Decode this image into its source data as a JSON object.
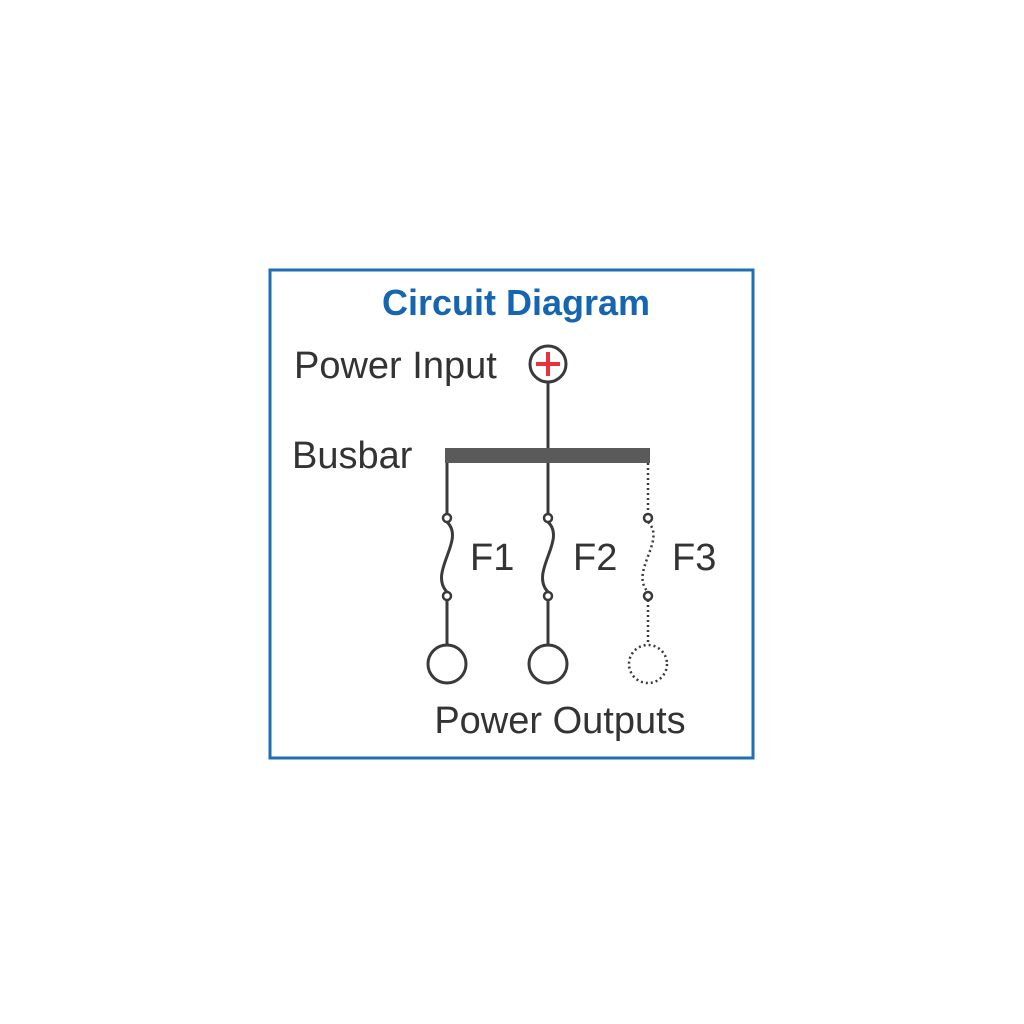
{
  "title": "Circuit Diagram",
  "labels": {
    "power_input": "Power Input",
    "busbar": "Busbar",
    "power_outputs": "Power Outputs"
  },
  "fuses": [
    {
      "label": "F1",
      "style": "solid"
    },
    {
      "label": "F2",
      "style": "solid"
    },
    {
      "label": "F3",
      "style": "dotted"
    }
  ],
  "colors": {
    "frame": "#1f6fb2",
    "title": "#1565b0",
    "text": "#333333",
    "line": "#3a3a3a",
    "busbar": "#5a5a5a",
    "plus": "#e8333c"
  },
  "icons": {
    "power_input_terminal": "plus-terminal-icon",
    "output_terminal": "circle-terminal-icon"
  }
}
